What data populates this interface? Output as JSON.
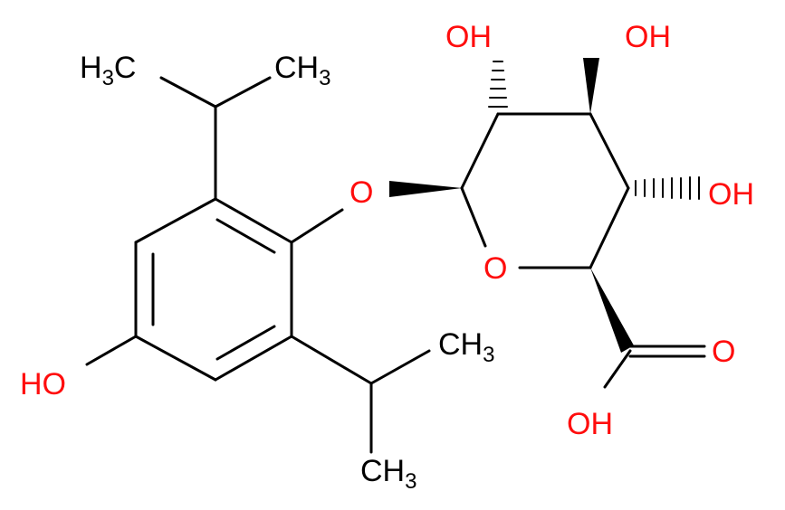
{
  "molecule": {
    "atom_labels": {
      "ho_phenol": "HO",
      "o_ether": "O",
      "o_ring": "O",
      "oh_c3": "OH",
      "oh_c4": "OH",
      "oh_c5": "OH",
      "o_carbonyl": "O",
      "oh_acid": "OH",
      "ch3_top_left_main": "H",
      "ch3_top_left_sub": "3",
      "ch3_top_left_c": "C",
      "ch3_top_right_main": "CH",
      "ch3_top_right_sub": "3",
      "ch3_mid_right_main": "CH",
      "ch3_mid_right_sub": "3",
      "ch3_bottom_main": "CH",
      "ch3_bottom_sub": "3"
    },
    "colors": {
      "bond": "#000000",
      "oxygen": "#ff0d0d",
      "carbon_label": "#000000"
    }
  }
}
